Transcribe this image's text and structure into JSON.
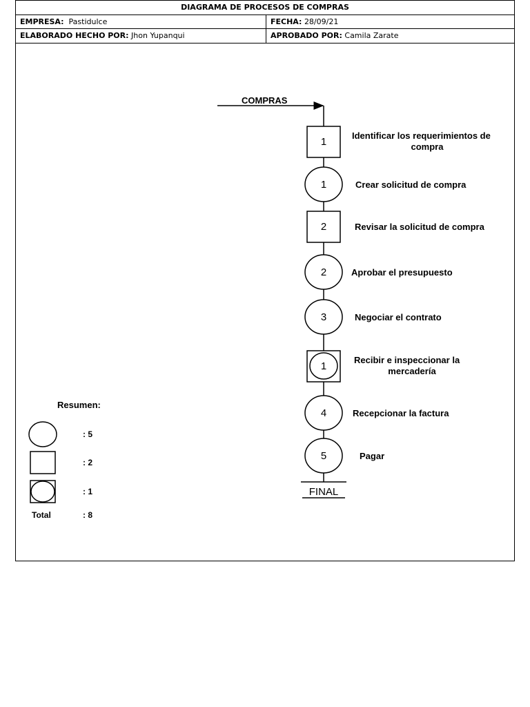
{
  "header": {
    "title": "DIAGRAMA DE PROCESOS DE COMPRAS",
    "empresa_label": "EMPRESA:",
    "empresa_value": "Pastidulce",
    "fecha_label": "FECHA:",
    "fecha_value": "28/09/21",
    "elaborado_label": "ELABORADO HECHO POR:",
    "elaborado_value": "Jhon Yupanqui",
    "aprobado_label": "APROBADO POR:",
    "aprobado_value": "Camila Zarate"
  },
  "diagram": {
    "start_label": "COMPRAS",
    "end_label": "FINAL",
    "steps": [
      {
        "type": "inspection",
        "number": "1",
        "label_lines": [
          "Identificar los requerimientos de",
          "compra"
        ]
      },
      {
        "type": "operation",
        "number": "1",
        "label_lines": [
          "Crear solicitud  de compra"
        ]
      },
      {
        "type": "inspection",
        "number": "2",
        "label_lines": [
          "Revisar la solicitud de compra"
        ]
      },
      {
        "type": "operation",
        "number": "2",
        "label_lines": [
          "Aprobar el presupuesto"
        ]
      },
      {
        "type": "operation",
        "number": "3",
        "label_lines": [
          "Negociar el contrato"
        ]
      },
      {
        "type": "combined",
        "number": "1",
        "label_lines": [
          "Recibir e inspeccionar la",
          "mercadería"
        ]
      },
      {
        "type": "operation",
        "number": "4",
        "label_lines": [
          "Recepcionar la factura"
        ]
      },
      {
        "type": "operation",
        "number": "5",
        "label_lines": [
          "Pagar"
        ]
      }
    ]
  },
  "summary": {
    "title": "Resumen:",
    "items": [
      {
        "type": "operation",
        "value": ": 5"
      },
      {
        "type": "inspection",
        "value": ":  2"
      },
      {
        "type": "combined",
        "value": ":  1"
      }
    ],
    "total_label": "Total",
    "total_value": ":  8"
  }
}
